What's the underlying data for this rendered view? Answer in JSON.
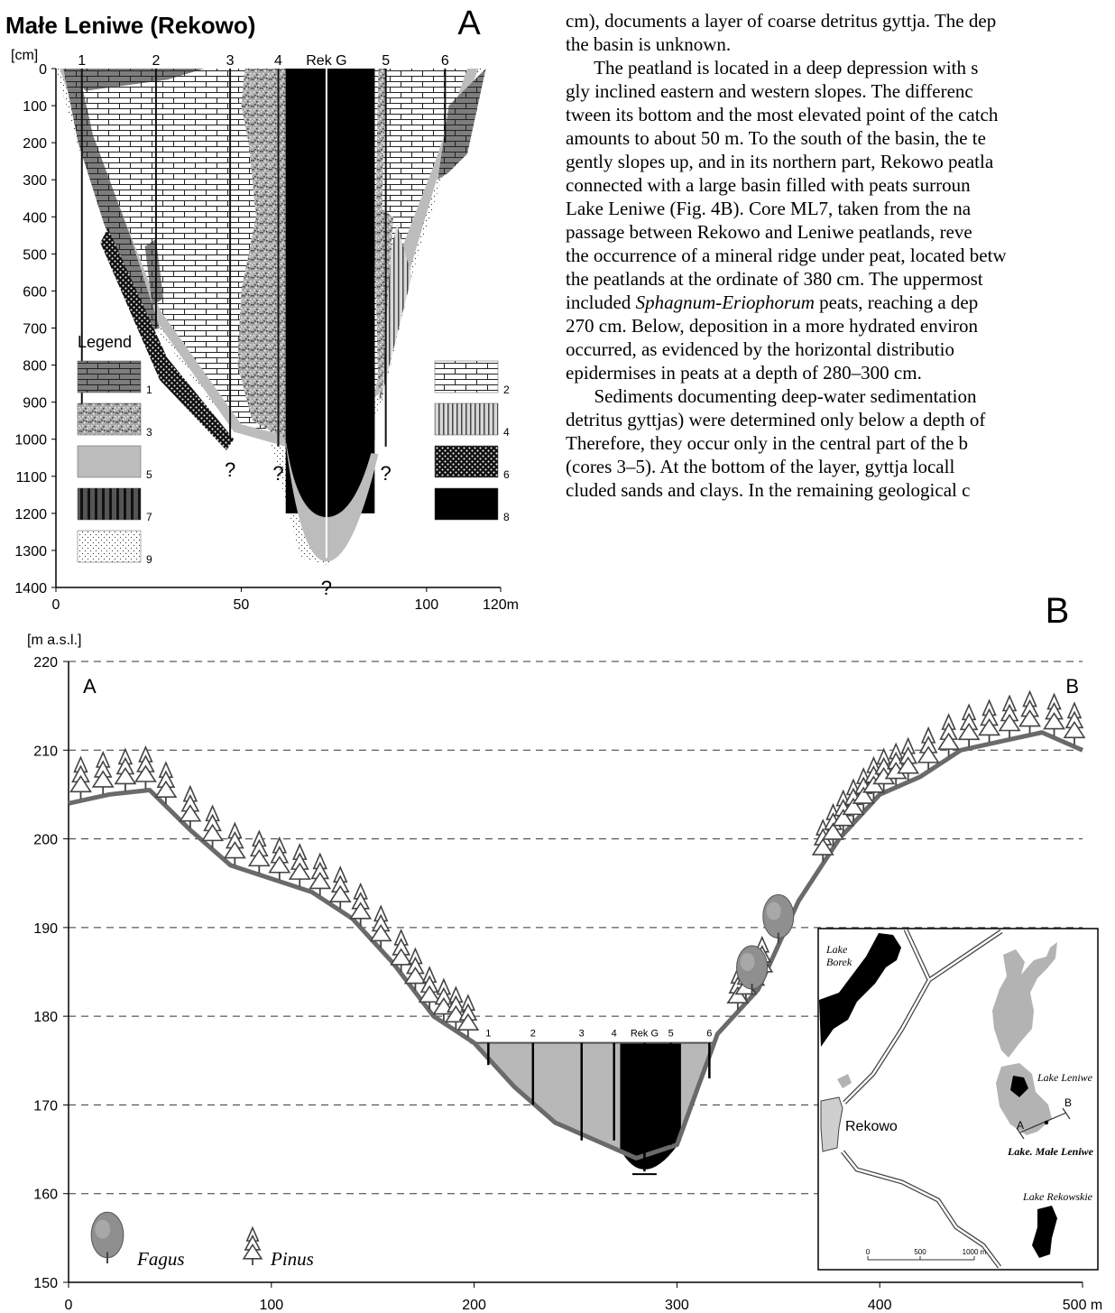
{
  "panel_a": {
    "title": "Małe Leniwe (Rekowo)",
    "panel_letter": "A",
    "y_unit": "[cm]",
    "y_ticks": [
      "0",
      "100",
      "200",
      "300",
      "400",
      "500",
      "600",
      "700",
      "800",
      "900",
      "1000",
      "1100",
      "1200",
      "1300",
      "1400"
    ],
    "x_ticks": [
      "0",
      "50",
      "100",
      "120m"
    ],
    "cores": [
      "1",
      "2",
      "3",
      "4",
      "Rek G",
      "5",
      "6"
    ],
    "unknown_mark": "?",
    "legend_title": "Legend",
    "legend": [
      {
        "num": "1",
        "fill": "pattern-brick-dark"
      },
      {
        "num": "2",
        "fill": "pattern-brick-light"
      },
      {
        "num": "3",
        "fill": "pattern-speckle"
      },
      {
        "num": "4",
        "fill": "pattern-vlines-thin"
      },
      {
        "num": "5",
        "fill": "#bcbcbc"
      },
      {
        "num": "6",
        "fill": "pattern-dots-dense"
      },
      {
        "num": "7",
        "fill": "pattern-vlines-thick"
      },
      {
        "num": "8",
        "fill": "#000000"
      },
      {
        "num": "9",
        "fill": "pattern-dots-sparse"
      }
    ]
  },
  "text": {
    "lines": [
      {
        "t": "cm), documents a layer of coarse detritus gyttja. The dep"
      },
      {
        "t": "the basin is unknown."
      },
      {
        "t": "      The peatland is located in a deep depression with s"
      },
      {
        "t": "gly inclined eastern and western slopes. The differenc"
      },
      {
        "t": "tween its bottom and the most elevated point of the catch"
      },
      {
        "t": "amounts to about 50 m. To the south of the basin, the te"
      },
      {
        "t": "gently slopes up, and in its northern part, Rekowo peatla"
      },
      {
        "t": "connected with a large basin filled with peats surroun"
      },
      {
        "t": "Lake Leniwe (Fig. 4B). Core ML7, taken from the na"
      },
      {
        "t": "passage between Rekowo and Leniwe peatlands, reve"
      },
      {
        "t": "the occurrence of a mineral ridge under peat, located betw"
      },
      {
        "t": "the peatlands at the ordinate of 380 cm. The uppermost"
      },
      {
        "a": "included ",
        "i": "Sphagnum-Eriophorum",
        "b": " peats, reaching a dep"
      },
      {
        "t": "270 cm. Below, deposition in a more hydrated environ"
      },
      {
        "t": "occurred, as evidenced by the horizontal distributio"
      },
      {
        "t": "epidermises in peats at a depth of 280–300 cm."
      },
      {
        "t": "      Sediments documenting deep-water sedimentation"
      },
      {
        "t": "detritus gyttjas) were determined only below a depth of"
      },
      {
        "t": "Therefore, they occur only in the central part of the b"
      },
      {
        "t": "(cores 3–5). At the bottom of the layer, gyttja locall"
      },
      {
        "t": "cluded sands and clays. In the remaining geological c"
      }
    ]
  },
  "panel_b": {
    "panel_letter": "B",
    "y_unit": "[m a.s.l.]",
    "y_ticks": [
      "220",
      "210",
      "200",
      "190",
      "180",
      "170",
      "160",
      "150"
    ],
    "x_ticks": [
      "0",
      "100",
      "200",
      "300",
      "400",
      "500 m"
    ],
    "end_a": "A",
    "end_b": "B",
    "cores": [
      "1",
      "2",
      "3",
      "4",
      "Rek G",
      "5",
      "6"
    ],
    "fagus": "Fagus",
    "pinus": "Pinus",
    "map": {
      "lake_borek": [
        "Lake",
        "Borek"
      ],
      "lake_leniwe": "Lake Leniwe",
      "rekowo": "Rekowo",
      "lake_male_leniwe": "Lake. Małe Leniwe",
      "lake_rekowskie": "Lake Rekowskie",
      "scale": [
        "0",
        "500",
        "1000 m"
      ],
      "point_a": "A",
      "point_b": "B"
    }
  },
  "chart_data": {
    "type": "area",
    "title": "",
    "xlabel": "",
    "ylabel": "[m a.s.l.]",
    "xlim": [
      0,
      500
    ],
    "ylim": [
      150,
      220
    ],
    "terrain_profile": {
      "x": [
        0,
        20,
        40,
        60,
        80,
        100,
        120,
        140,
        160,
        180,
        200,
        220,
        240,
        260,
        280,
        300,
        320,
        340,
        360,
        380,
        400,
        420,
        440,
        460,
        480,
        500
      ],
      "y": [
        204,
        205,
        205.5,
        201,
        197,
        195.5,
        194,
        191,
        186,
        180,
        177,
        172,
        168,
        166,
        164,
        165.5,
        178,
        183,
        193,
        200,
        205,
        207,
        210,
        211,
        212,
        210
      ]
    },
    "peat_surface_m": 177,
    "core_positions_m": [
      {
        "core": "1",
        "x": 207
      },
      {
        "core": "2",
        "x": 229
      },
      {
        "core": "3",
        "x": 253
      },
      {
        "core": "4",
        "x": 269
      },
      {
        "core": "Rek G",
        "x": 284
      },
      {
        "core": "5",
        "x": 297
      },
      {
        "core": "6",
        "x": 316
      }
    ]
  }
}
